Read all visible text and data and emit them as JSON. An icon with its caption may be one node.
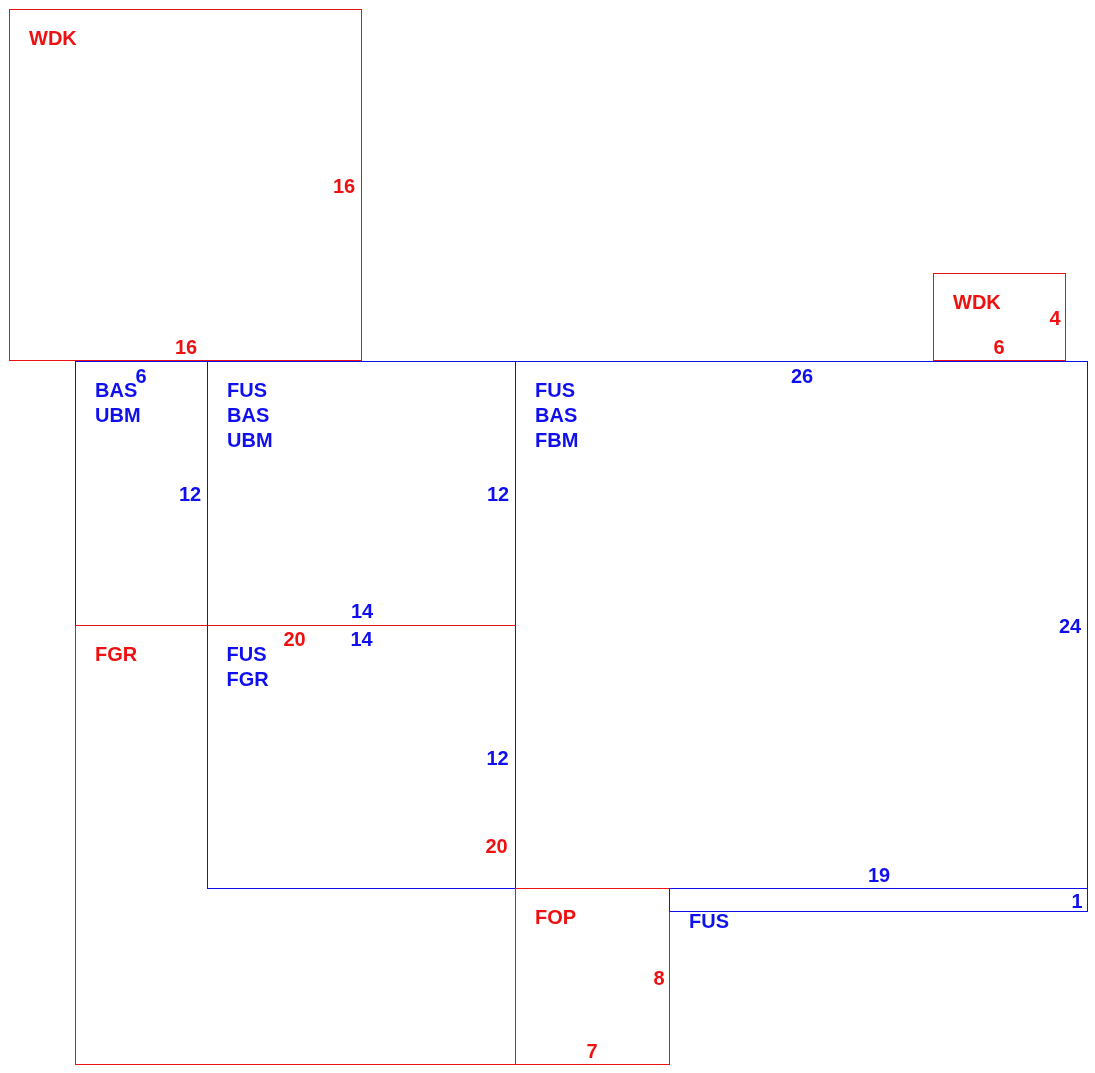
{
  "diagram": {
    "nodes": [
      {
        "text": [
          "WDK",
          "16",
          "16"
        ]
      },
      {
        "text": [
          "WDK",
          "4",
          "6"
        ]
      },
      {
        "text": [
          "6",
          "BAS UBM",
          "12"
        ]
      },
      {
        "text": [
          "FUS BAS UBM",
          "12",
          "14"
        ]
      },
      {
        "text": [
          "26",
          "FUS BAS FBM",
          "24",
          "19"
        ]
      },
      {
        "text": [
          "FGR"
        ]
      },
      {
        "text": [
          "20",
          "14",
          "FUS FGR",
          "12",
          "20"
        ],
        "in": 5
      },
      {
        "text": [
          "FOP",
          "8",
          "7"
        ]
      },
      {
        "text": [
          "FUS",
          "1"
        ]
      }
    ]
  }
}
